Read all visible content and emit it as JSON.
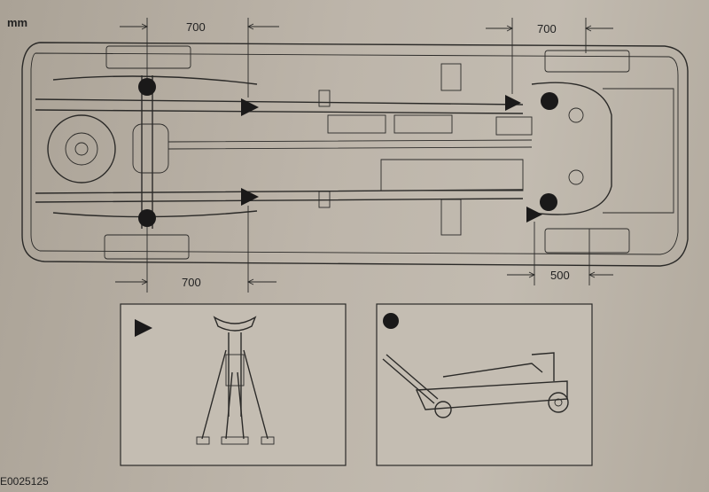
{
  "units_label": "mm",
  "dimensions": {
    "rear_top": "700",
    "front_top": "700",
    "rear_bottom": "700",
    "front_bottom": "500"
  },
  "legend": {
    "stand_symbol": "triangle",
    "jack_symbol": "circle"
  },
  "figure_id": "E0025125",
  "colors": {
    "line": "#2b2a28",
    "paper": "#bdb5aa"
  }
}
